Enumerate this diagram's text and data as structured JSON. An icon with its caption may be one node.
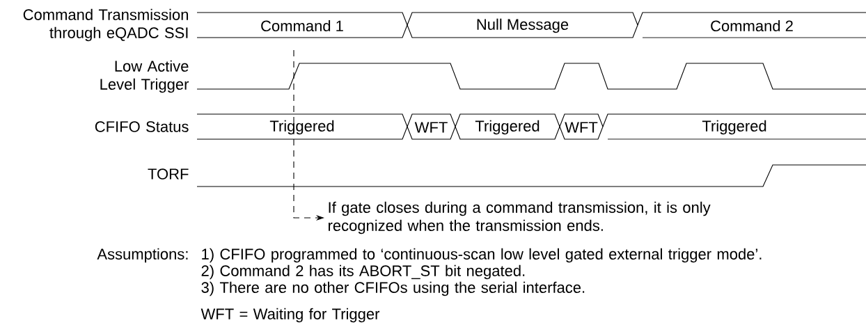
{
  "diagram": {
    "nodes": [
      {
        "text": [
          "Command 1"
        ]
      },
      {
        "text": [
          "Null Message"
        ]
      },
      {
        "text": [
          "Command 2"
        ]
      },
      {
        "text": [
          "Triggered"
        ]
      },
      {
        "text": [
          "WFT"
        ]
      },
      {
        "text": [
          "Triggered"
        ]
      },
      {
        "text": [
          "WFT"
        ]
      },
      {
        "text": [
          "Triggered"
        ]
      },
      {
        "text": [
          "If gate closes during a command transmission, it is only recognized when the transmission ends."
        ]
      }
    ],
    "edges": [
      {
        "from": null,
        "to": 8,
        "arrow": "to",
        "style": "dashed"
      }
    ],
    "labels": [
      "Command Transmission through eQADC SSI",
      "Low Active Level Trigger",
      "CFIFO Status",
      "TORF",
      "Assumptions:",
      "1) CFIFO programmed to ‘continuous-scan low level gated external trigger mode’.",
      "2) Command 2 has its ABORT_ST bit negated.",
      "3) There are no other CFIFOs using the serial interface.",
      "WFT = Waiting for Trigger"
    ]
  }
}
